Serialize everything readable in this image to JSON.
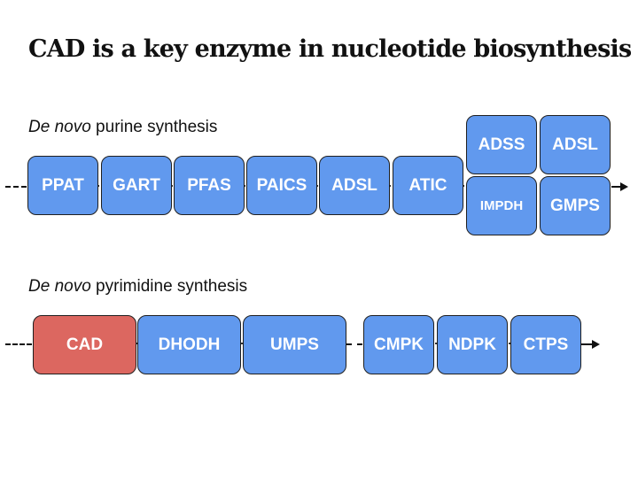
{
  "title": "CAD is a key enzyme in nucleotide biosynthesis",
  "purine": {
    "label_italic": "De novo",
    "label_rest": " purine synthesis",
    "enzymes": [
      "PPAT",
      "GART",
      "PFAS",
      "PAICS",
      "ADSL",
      "ATIC"
    ],
    "branch_top": [
      "ADSS",
      "ADSL"
    ],
    "branch_bottom": [
      "IMPDH",
      "GMPS"
    ]
  },
  "pyrimidine": {
    "label_italic": "De novo",
    "label_rest": " pyrimidine synthesis",
    "enzymes": [
      "CAD",
      "DHODH",
      "UMPS",
      "CMPK",
      "NDPK",
      "CTPS"
    ]
  },
  "colors": {
    "enzyme": "#6199ee",
    "highlight": "#dc6760"
  }
}
